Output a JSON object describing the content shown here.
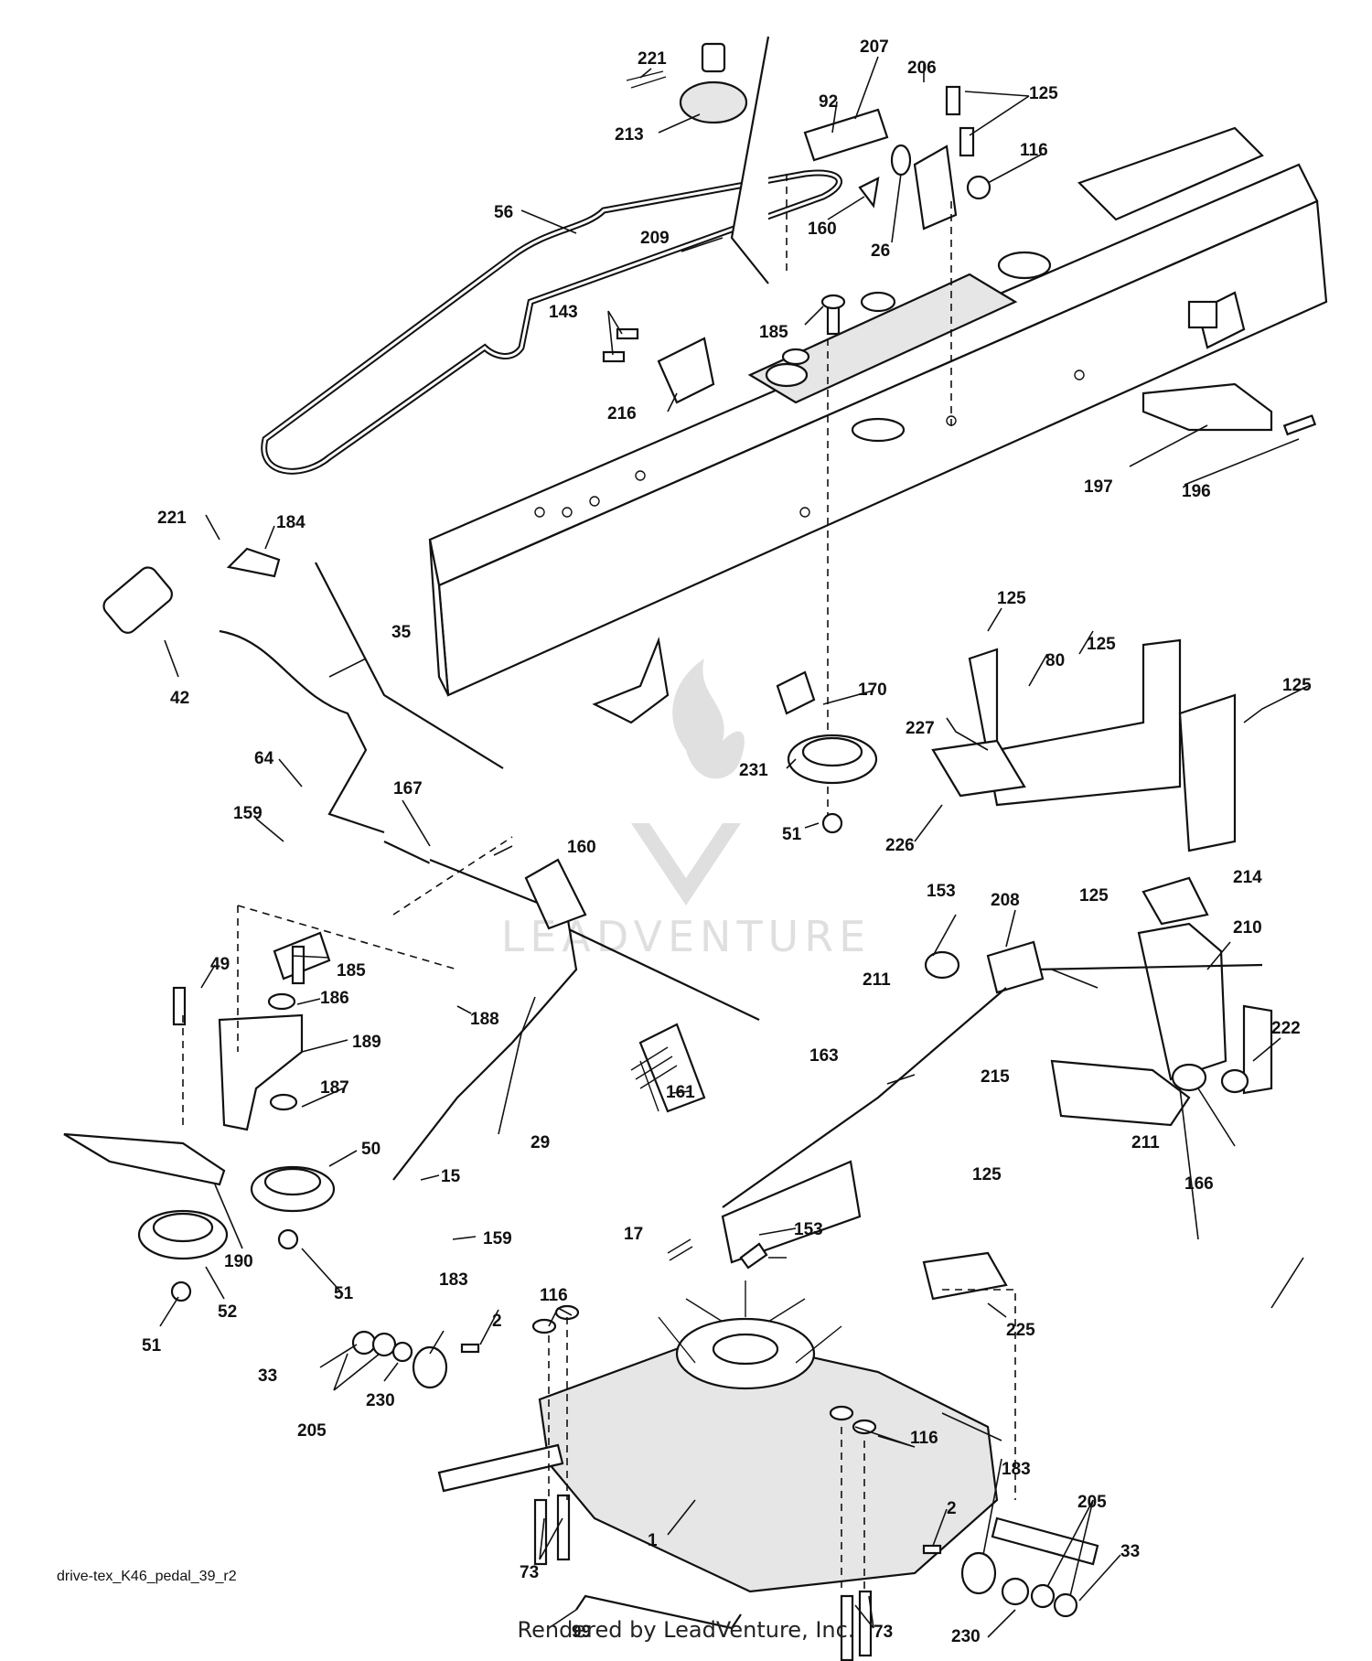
{
  "diagram_ref": "drive-tex_K46_pedal_39_r2",
  "footer": "Rendered by LeadVenture, Inc.",
  "watermark": "LEADVENTURE",
  "callouts": [
    "221",
    "213",
    "207",
    "92",
    "206",
    "125",
    "116",
    "56",
    "160",
    "26",
    "209",
    "185",
    "143",
    "216",
    "197",
    "196",
    "221",
    "184",
    "35",
    "42",
    "64",
    "167",
    "160",
    "159",
    "170",
    "231",
    "51",
    "226",
    "227",
    "80",
    "125",
    "125",
    "125",
    "185",
    "186",
    "49",
    "189",
    "188",
    "187",
    "50",
    "190",
    "52",
    "51",
    "51",
    "15",
    "159",
    "29",
    "161",
    "153",
    "208",
    "125",
    "214",
    "210",
    "211",
    "163",
    "215",
    "222",
    "211",
    "166",
    "125",
    "17",
    "153",
    "225",
    "116",
    "183",
    "2",
    "33",
    "205",
    "230",
    "116",
    "2",
    "183",
    "205",
    "33",
    "73",
    "1",
    "99",
    "73",
    "230"
  ]
}
